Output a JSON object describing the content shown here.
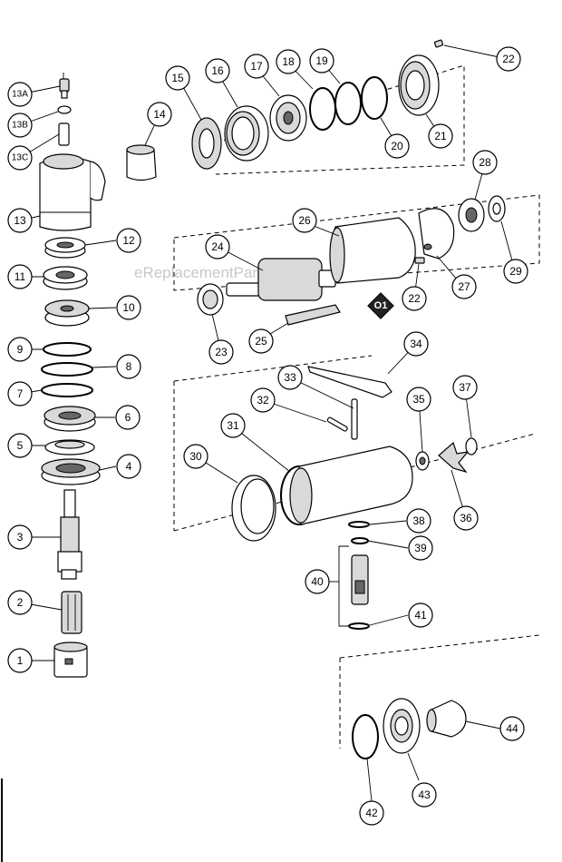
{
  "diagram": {
    "watermark": "eReplacementParts.com",
    "badge_label": "O1",
    "callouts": [
      "1",
      "2",
      "3",
      "4",
      "5",
      "6",
      "7",
      "8",
      "9",
      "10",
      "11",
      "12",
      "13",
      "13A",
      "13B",
      "13C",
      "14",
      "15",
      "16",
      "17",
      "18",
      "19",
      "20",
      "21",
      "22",
      "22",
      "23",
      "24",
      "25",
      "26",
      "27",
      "28",
      "29",
      "30",
      "31",
      "32",
      "33",
      "34",
      "35",
      "36",
      "37",
      "38",
      "39",
      "40",
      "41",
      "42",
      "43",
      "44"
    ]
  }
}
